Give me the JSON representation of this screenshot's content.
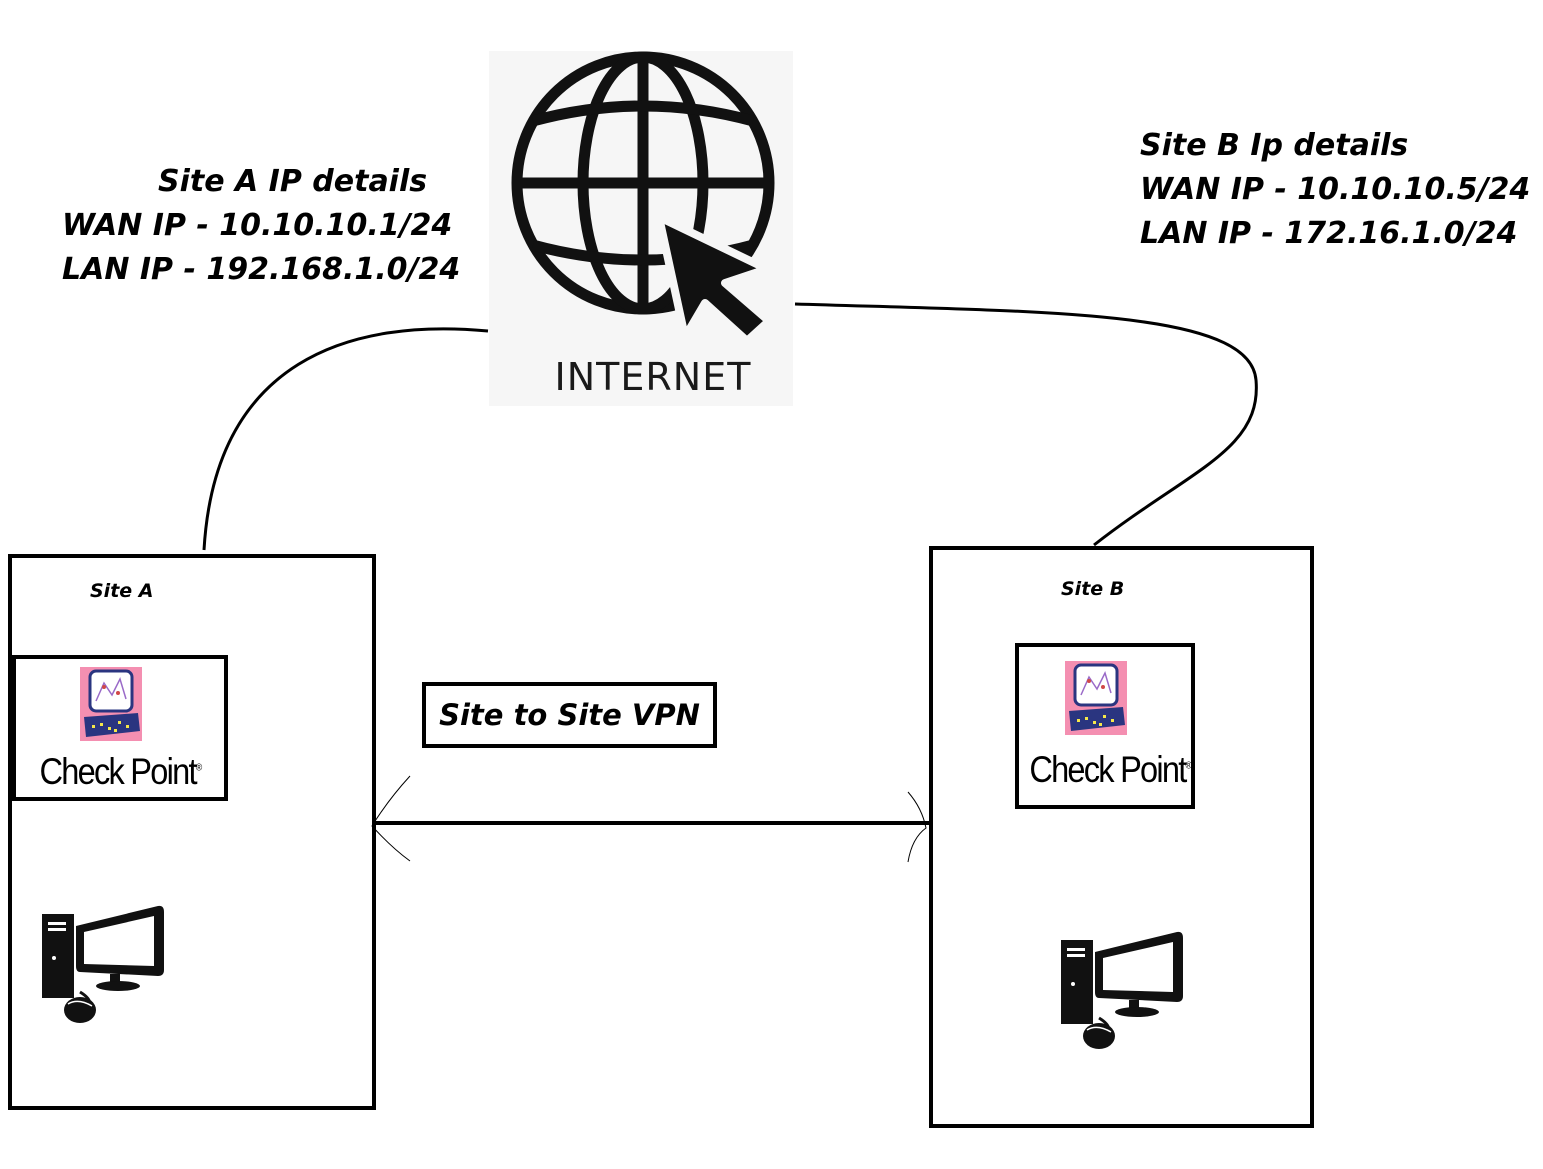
{
  "internet": {
    "label": "INTERNET",
    "icon": "globe-cursor-icon"
  },
  "site_a": {
    "info_heading": "Site A IP details",
    "wan_ip": "WAN IP - 10.10.10.1/24",
    "lan_ip": "LAN IP - 192.168.1.0/24",
    "box_label": "Site A",
    "firewall_label": "Check Point",
    "firewall_mark": "®"
  },
  "site_b": {
    "info_heading": "Site B Ip details",
    "wan_ip": "WAN IP - 10.10.10.5/24",
    "lan_ip": "LAN IP - 172.16.1.0/24",
    "box_label": "Site B",
    "firewall_label": "Check Point",
    "firewall_mark": "®"
  },
  "vpn": {
    "label": "Site to Site VPN"
  },
  "colors": {
    "line": "#000000",
    "icon_pink": "#f48fb1",
    "icon_navy": "#2a3580",
    "icon_yellow": "#f5e84a",
    "internet_bg": "#f6f6f6"
  }
}
